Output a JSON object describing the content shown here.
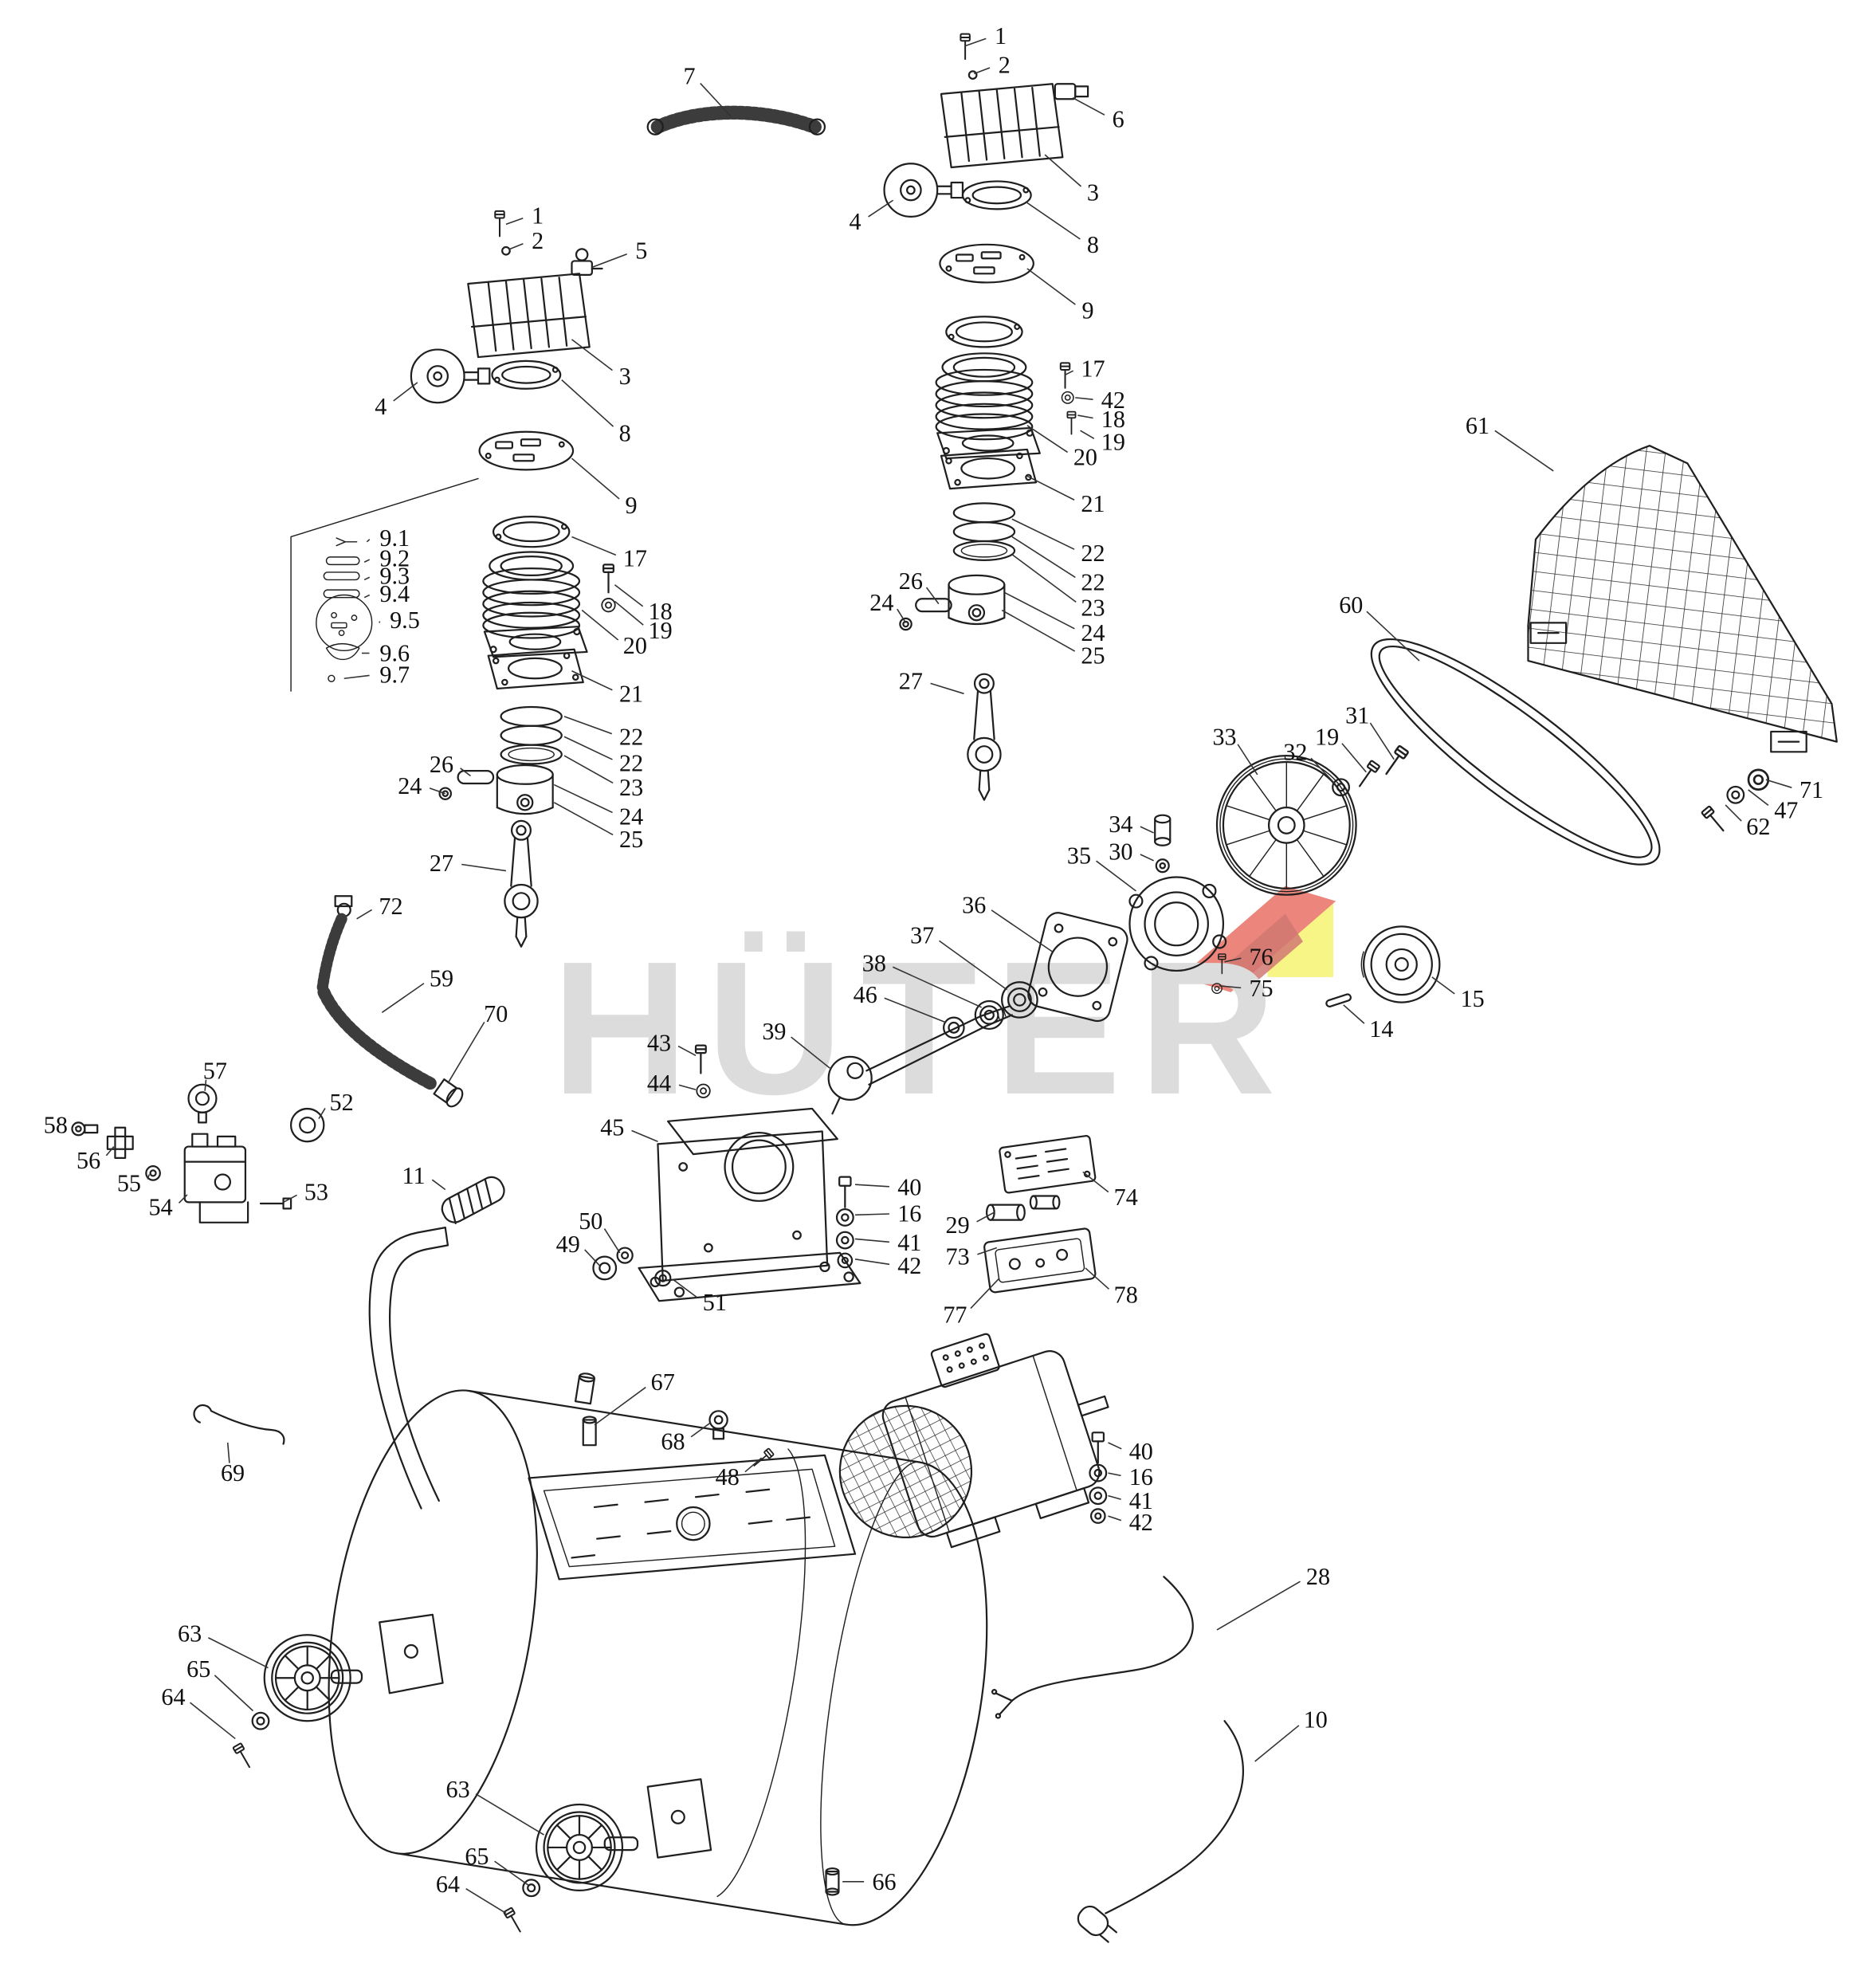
{
  "watermark": {
    "text": "HÜTER",
    "color": "#c7c7c7",
    "accent_red": "#e23b2b",
    "accent_dark_red": "#b5261d",
    "accent_yellow": "#f4ef3f"
  },
  "diagram": {
    "background": "#ffffff",
    "line_color": "#1f1f1f"
  },
  "labels": [
    [
      "1",
      791,
      28,
      763,
      36
    ],
    [
      "2",
      794,
      51,
      770,
      58
    ],
    [
      "6",
      884,
      94,
      848,
      77
    ],
    [
      "3",
      864,
      152,
      826,
      122
    ],
    [
      "4",
      676,
      175,
      706,
      158
    ],
    [
      "8",
      864,
      193,
      812,
      160
    ],
    [
      "9",
      860,
      245,
      812,
      212
    ],
    [
      "17",
      864,
      291,
      842,
      296
    ],
    [
      "42",
      880,
      316,
      850,
      314
    ],
    [
      "18",
      880,
      331,
      852,
      328
    ],
    [
      "19",
      880,
      349,
      854,
      340
    ],
    [
      "20",
      858,
      361,
      812,
      336
    ],
    [
      "21",
      864,
      398,
      812,
      376
    ],
    [
      "22",
      864,
      437,
      800,
      410
    ],
    [
      "22",
      864,
      460,
      800,
      424
    ],
    [
      "23",
      864,
      480,
      800,
      438
    ],
    [
      "24",
      864,
      500,
      794,
      468
    ],
    [
      "25",
      864,
      518,
      792,
      482
    ],
    [
      "26",
      720,
      459,
      742,
      477
    ],
    [
      "24",
      697,
      476,
      716,
      492
    ],
    [
      "27",
      720,
      538,
      762,
      548
    ],
    [
      "7",
      545,
      60,
      578,
      92
    ],
    [
      "1",
      425,
      170,
      400,
      177
    ],
    [
      "2",
      425,
      190,
      402,
      197
    ],
    [
      "5",
      507,
      198,
      468,
      211
    ],
    [
      "3",
      494,
      297,
      452,
      268
    ],
    [
      "4",
      301,
      321,
      330,
      302
    ],
    [
      "8",
      494,
      342,
      444,
      300
    ],
    [
      "9",
      499,
      399,
      452,
      362
    ],
    [
      "9.1",
      312,
      425,
      290,
      428
    ],
    [
      "9.2",
      312,
      441,
      288,
      444
    ],
    [
      "9.3",
      312,
      455,
      288,
      458
    ],
    [
      "9.4",
      312,
      469,
      288,
      472
    ],
    [
      "9.5",
      320,
      490,
      300,
      492
    ],
    [
      "9.6",
      312,
      516,
      286,
      516
    ],
    [
      "9.7",
      312,
      533,
      272,
      536
    ],
    [
      "17",
      502,
      441,
      452,
      424
    ],
    [
      "18",
      522,
      483,
      486,
      462
    ],
    [
      "19",
      522,
      498,
      486,
      475
    ],
    [
      "20",
      502,
      510,
      460,
      482
    ],
    [
      "21",
      499,
      548,
      452,
      530
    ],
    [
      "22",
      499,
      582,
      446,
      566
    ],
    [
      "22",
      499,
      603,
      446,
      582
    ],
    [
      "23",
      499,
      622,
      446,
      597
    ],
    [
      "24",
      499,
      645,
      438,
      620
    ],
    [
      "25",
      499,
      663,
      438,
      634
    ],
    [
      "26",
      349,
      604,
      372,
      613
    ],
    [
      "24",
      324,
      621,
      352,
      627
    ],
    [
      "27",
      349,
      682,
      400,
      688
    ],
    [
      "72",
      309,
      716,
      282,
      726
    ],
    [
      "59",
      349,
      773,
      302,
      800
    ],
    [
      "70",
      392,
      801,
      354,
      856
    ],
    [
      "61",
      1168,
      336,
      1228,
      372
    ],
    [
      "60",
      1068,
      478,
      1122,
      522
    ],
    [
      "33",
      968,
      582,
      994,
      612
    ],
    [
      "32",
      1024,
      594,
      1056,
      620
    ],
    [
      "19",
      1049,
      582,
      1080,
      610
    ],
    [
      "31",
      1073,
      565,
      1102,
      600
    ],
    [
      "71",
      1432,
      624,
      1396,
      616
    ],
    [
      "47",
      1412,
      640,
      1382,
      624
    ],
    [
      "62",
      1390,
      653,
      1364,
      636
    ],
    [
      "34",
      886,
      651,
      912,
      658
    ],
    [
      "30",
      886,
      673,
      912,
      680
    ],
    [
      "35",
      853,
      676,
      898,
      704
    ],
    [
      "36",
      770,
      715,
      832,
      752
    ],
    [
      "37",
      729,
      739,
      796,
      782
    ],
    [
      "38",
      691,
      761,
      776,
      796
    ],
    [
      "76",
      997,
      756,
      968,
      760
    ],
    [
      "75",
      997,
      781,
      964,
      779
    ],
    [
      "46",
      684,
      786,
      748,
      808
    ],
    [
      "15",
      1164,
      789,
      1132,
      772
    ],
    [
      "14",
      1092,
      813,
      1062,
      794
    ],
    [
      "43",
      521,
      824,
      550,
      834
    ],
    [
      "39",
      612,
      815,
      656,
      844
    ],
    [
      "44",
      521,
      856,
      550,
      861
    ],
    [
      "45",
      484,
      891,
      520,
      902
    ],
    [
      "57",
      170,
      846,
      162,
      862
    ],
    [
      "58",
      44,
      889,
      60,
      892
    ],
    [
      "56",
      70,
      917,
      90,
      906
    ],
    [
      "52",
      270,
      871,
      252,
      884
    ],
    [
      "55",
      102,
      935,
      118,
      928
    ],
    [
      "54",
      127,
      954,
      148,
      944
    ],
    [
      "53",
      250,
      942,
      224,
      950
    ],
    [
      "11",
      327,
      929,
      352,
      940
    ],
    [
      "50",
      467,
      965,
      490,
      990
    ],
    [
      "49",
      449,
      983,
      474,
      1000
    ],
    [
      "51",
      565,
      1029,
      532,
      1011
    ],
    [
      "40",
      719,
      938,
      676,
      936
    ],
    [
      "16",
      719,
      959,
      676,
      960
    ],
    [
      "41",
      719,
      982,
      676,
      979
    ],
    [
      "42",
      719,
      1000,
      676,
      995
    ],
    [
      "74",
      890,
      946,
      856,
      926
    ],
    [
      "29",
      757,
      968,
      786,
      958
    ],
    [
      "73",
      757,
      993,
      788,
      986
    ],
    [
      "78",
      890,
      1023,
      858,
      1002
    ],
    [
      "77",
      755,
      1039,
      790,
      1010
    ],
    [
      "67",
      524,
      1092,
      470,
      1126
    ],
    [
      "68",
      532,
      1139,
      562,
      1124
    ],
    [
      "48",
      575,
      1167,
      602,
      1152
    ],
    [
      "69",
      184,
      1164,
      180,
      1140
    ],
    [
      "40",
      902,
      1147,
      876,
      1140
    ],
    [
      "16",
      902,
      1167,
      876,
      1164
    ],
    [
      "41",
      902,
      1186,
      876,
      1182
    ],
    [
      "42",
      902,
      1203,
      876,
      1198
    ],
    [
      "28",
      1042,
      1246,
      962,
      1288
    ],
    [
      "63",
      150,
      1291,
      212,
      1318
    ],
    [
      "65",
      157,
      1319,
      200,
      1352
    ],
    [
      "64",
      137,
      1341,
      186,
      1374
    ],
    [
      "10",
      1040,
      1359,
      992,
      1392
    ],
    [
      "63",
      362,
      1414,
      430,
      1450
    ],
    [
      "65",
      377,
      1467,
      418,
      1490
    ],
    [
      "64",
      354,
      1489,
      400,
      1512
    ],
    [
      "66",
      699,
      1487,
      666,
      1487
    ]
  ]
}
